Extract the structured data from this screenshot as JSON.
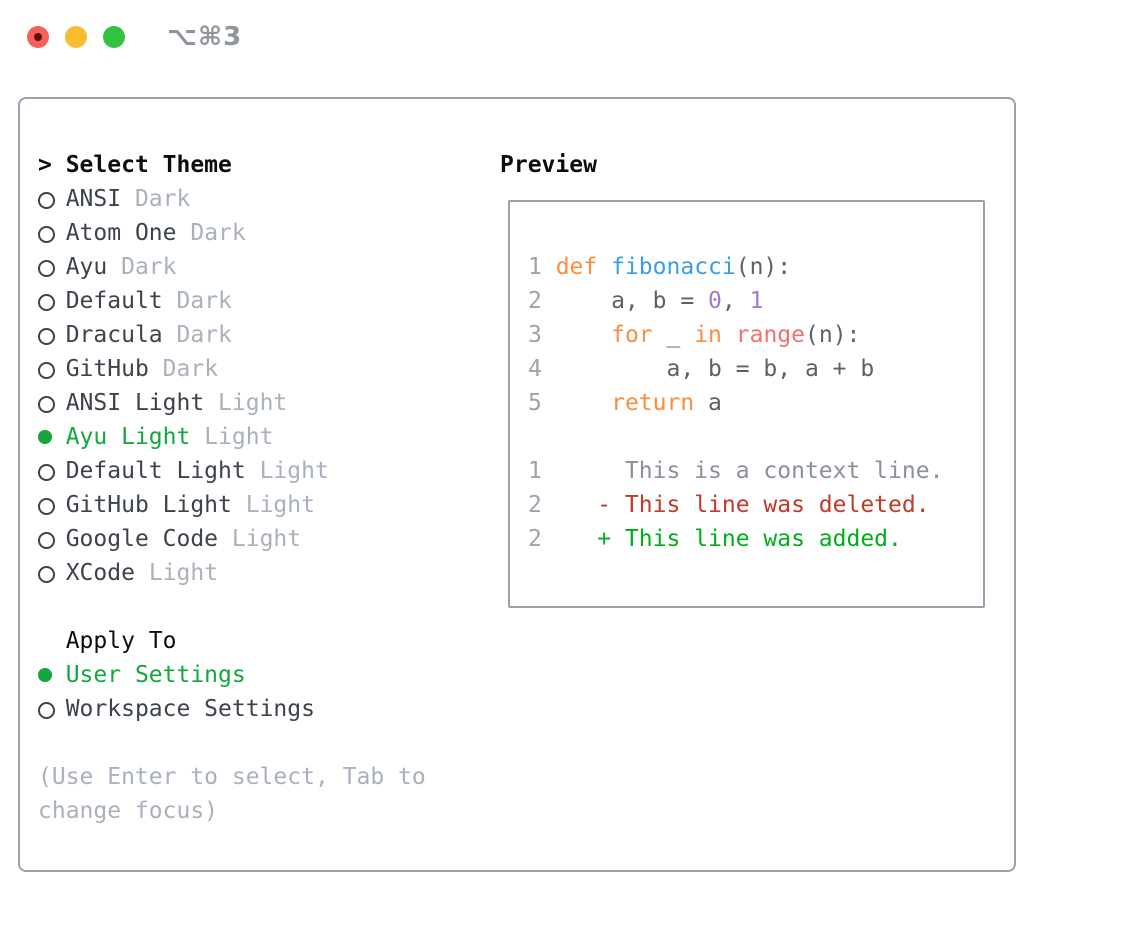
{
  "titlebar": {
    "shortcut": "⌥⌘3",
    "traffic_lights": {
      "close": "#f4605a",
      "close_inner_dot": "#5c100b",
      "minimize": "#f7bd31",
      "zoom": "#33c342"
    }
  },
  "theme_selector": {
    "prompt": ">",
    "title": "Select Theme",
    "items": [
      {
        "name": "ANSI",
        "badge": "Dark",
        "selected": false
      },
      {
        "name": "Atom One",
        "badge": "Dark",
        "selected": false
      },
      {
        "name": "Ayu",
        "badge": "Dark",
        "selected": false
      },
      {
        "name": "Default",
        "badge": "Dark",
        "selected": false
      },
      {
        "name": "Dracula",
        "badge": "Dark",
        "selected": false
      },
      {
        "name": "GitHub",
        "badge": "Dark",
        "selected": false
      },
      {
        "name": "ANSI Light",
        "badge": "Light",
        "selected": false
      },
      {
        "name": "Ayu Light",
        "badge": "Light",
        "selected": true
      },
      {
        "name": "Default Light",
        "badge": "Light",
        "selected": false
      },
      {
        "name": "GitHub Light",
        "badge": "Light",
        "selected": false
      },
      {
        "name": "Google Code",
        "badge": "Light",
        "selected": false
      },
      {
        "name": "XCode",
        "badge": "Light",
        "selected": false
      }
    ]
  },
  "apply_to": {
    "title": "Apply To",
    "options": [
      {
        "label": "User Settings",
        "selected": true
      },
      {
        "label": "Workspace Settings",
        "selected": false
      }
    ]
  },
  "hint_lines": [
    "(Use Enter to select, Tab to",
    "change focus)"
  ],
  "preview": {
    "title": "Preview",
    "lines": [
      {
        "num": "1",
        "kind": "code",
        "tokens": [
          {
            "text": " "
          },
          {
            "text": "def",
            "color": "keyword"
          },
          {
            "text": " "
          },
          {
            "text": "fibonacci",
            "color": "entity"
          },
          {
            "text": "(n):",
            "color": "fg"
          }
        ]
      },
      {
        "num": "2",
        "kind": "code",
        "tokens": [
          {
            "text": "     a, b = ",
            "color": "fg"
          },
          {
            "text": "0",
            "color": "constant"
          },
          {
            "text": ", ",
            "color": "fg"
          },
          {
            "text": "1",
            "color": "constant"
          }
        ]
      },
      {
        "num": "3",
        "kind": "code",
        "tokens": [
          {
            "text": "     ",
            "color": "fg"
          },
          {
            "text": "for",
            "color": "keyword"
          },
          {
            "text": " _ ",
            "color": "fg"
          },
          {
            "text": "in",
            "color": "keyword"
          },
          {
            "text": " ",
            "color": "fg"
          },
          {
            "text": "range",
            "color": "special"
          },
          {
            "text": "(n):",
            "color": "fg"
          }
        ]
      },
      {
        "num": "4",
        "kind": "code",
        "tokens": [
          {
            "text": "         a, b = b, a + b",
            "color": "fg"
          }
        ]
      },
      {
        "num": "5",
        "kind": "code",
        "tokens": [
          {
            "text": "     ",
            "color": "fg"
          },
          {
            "text": "return",
            "color": "keyword"
          },
          {
            "text": " a",
            "color": "fg"
          }
        ]
      },
      {
        "num": "",
        "kind": "blank",
        "tokens": []
      },
      {
        "num": "1",
        "kind": "context",
        "tokens": [
          {
            "text": "      This is a context line.",
            "color": "context"
          }
        ]
      },
      {
        "num": "2",
        "kind": "deleted",
        "tokens": [
          {
            "text": "    ",
            "color": "fg"
          },
          {
            "text": "- This line was deleted.",
            "color": "deleted"
          }
        ]
      },
      {
        "num": "2",
        "kind": "added",
        "tokens": [
          {
            "text": "    ",
            "color": "fg"
          },
          {
            "text": "+ This line was added.",
            "color": "added"
          }
        ]
      }
    ]
  },
  "colors": {
    "panel_border": "#99a2ac",
    "text": "#3c434c",
    "heading": "#0b0d10",
    "muted": "#a9b1bc",
    "selected_green": "#14a73e",
    "syntax": {
      "keyword": "#fa8d3e",
      "entity": "#399ee6",
      "constant": "#a37acc",
      "special": "#f07171",
      "fg": "#5c6166",
      "line_number": "#9ba3ad",
      "context": "#8a919a",
      "deleted": "#c0392b",
      "added": "#00ae1c"
    }
  }
}
